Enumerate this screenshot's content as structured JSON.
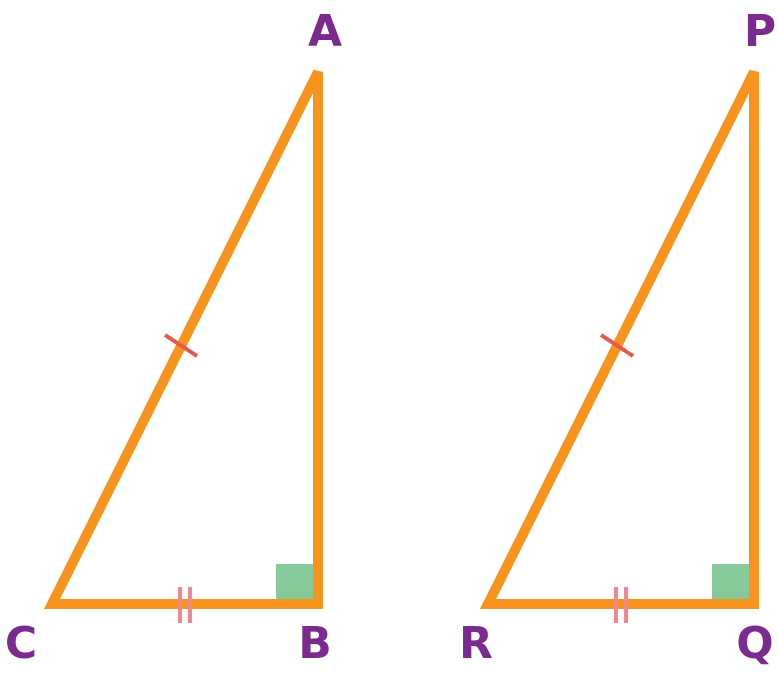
{
  "colors": {
    "side": "#F7941D",
    "label": "#7B2B8F",
    "right_angle": "#86CA9C",
    "hyp_tick": "#E8584A",
    "leg_tick": "#F08891"
  },
  "triangles": [
    {
      "name": "triangle-abc",
      "vertices": {
        "top": "A",
        "bottom_left": "C",
        "bottom_right": "B"
      }
    },
    {
      "name": "triangle-pqr",
      "vertices": {
        "top": "P",
        "bottom_left": "R",
        "bottom_right": "Q"
      }
    }
  ]
}
